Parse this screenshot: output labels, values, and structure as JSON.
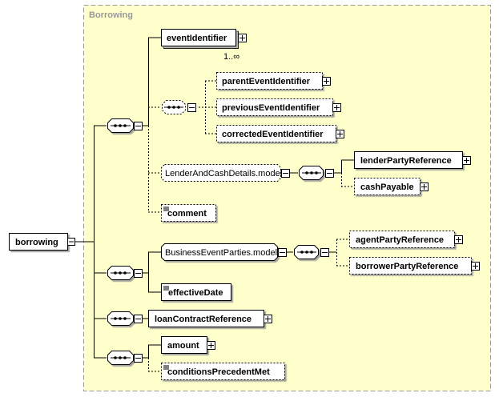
{
  "group_title": "Borrowing",
  "root": {
    "label": "borrowing"
  },
  "multiplicity": "1..∞",
  "elements": {
    "eventIdentifier": "eventIdentifier",
    "parentEventIdentifier": "parentEventIdentifier",
    "previousEventIdentifier": "previousEventIdentifier",
    "correctedEventIdentifier": "correctedEventIdentifier",
    "lenderAndCashDetailsModel": "LenderAndCashDetails.model",
    "lenderPartyReference": "lenderPartyReference",
    "cashPayable": "cashPayable",
    "comment": "comment",
    "businessEventPartiesModel": "BusinessEventParties.model",
    "agentPartyReference": "agentPartyReference",
    "borrowerPartyReference": "borrowerPartyReference",
    "effectiveDate": "effectiveDate",
    "loanContractReference": "loanContractReference",
    "amount": "amount",
    "conditionsPrecedentMet": "conditionsPrecedentMet"
  },
  "colors": {
    "group_fill": "#ffffcc",
    "group_border": "#999999",
    "group_title": "#999999",
    "node_fill": "#ffffff",
    "line": "#000000"
  }
}
